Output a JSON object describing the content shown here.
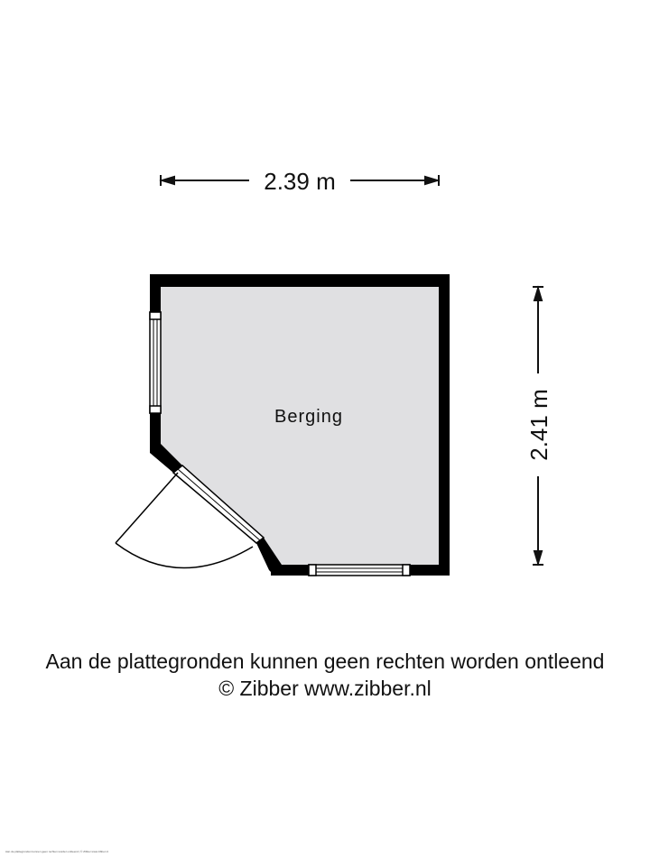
{
  "floorplan": {
    "room_name": "Berging",
    "width_dimension": "2.39 m",
    "depth_dimension": "2.41 m",
    "colors": {
      "wall": "#000000",
      "floor": "#e0e0e2",
      "window": "#ffffff",
      "line": "#111111"
    }
  },
  "footer": {
    "disclaimer": "Aan de plattegronden kunnen geen rechten worden ontleend",
    "copyright": "© Zibber www.zibber.nl",
    "fine_print": "Aan de plattegronden kunnen geen rechten worden ontleend | © Zibber www.zibber.nl"
  }
}
